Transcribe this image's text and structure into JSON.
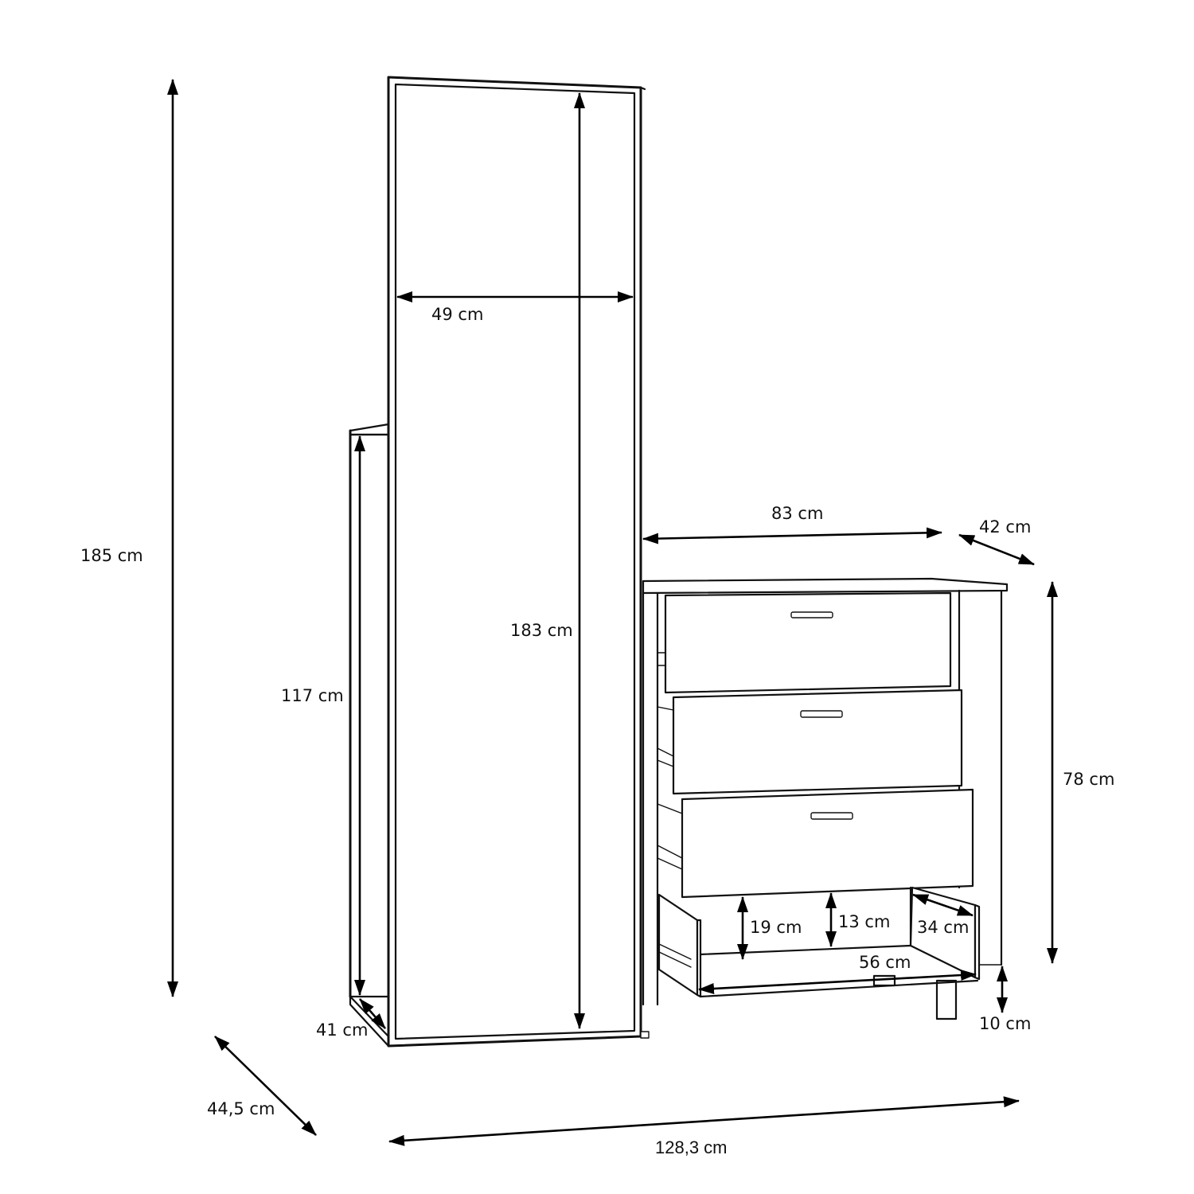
{
  "diagram": {
    "type": "furniture-dimension-drawing",
    "subject": "Dressing table set with standing mirror and 4-drawer chest",
    "line_color": "#111111",
    "background_color": "#ffffff",
    "unit": "cm"
  },
  "dimensions": {
    "overall_height": "185 cm",
    "overall_depth": "44,5 cm",
    "overall_width": "128,3 cm",
    "mirror_width": "49 cm",
    "mirror_height": "183 cm",
    "side_frame_height": "117 cm",
    "side_frame_depth": "41 cm",
    "chest_width": "83 cm",
    "chest_depth": "42 cm",
    "chest_height": "78 cm",
    "drawer_front_height": "19 cm",
    "drawer_inner_height": "13 cm",
    "drawer_inner_depth": "34 cm",
    "drawer_inner_width": "56 cm",
    "leg_height": "10 cm"
  },
  "components": {
    "mirror": "Standing mirror",
    "chest": "Chest of drawers",
    "drawer_count": 4
  }
}
